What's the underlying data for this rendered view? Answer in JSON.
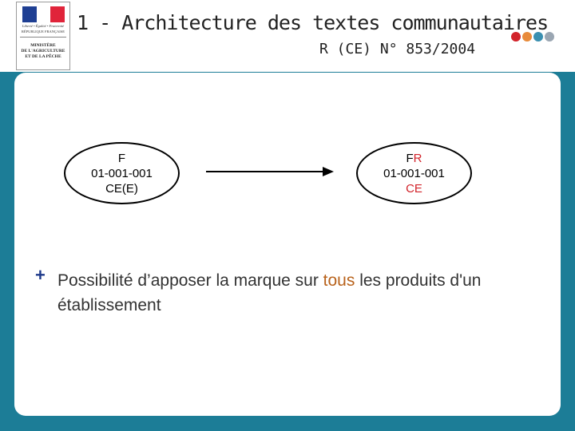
{
  "header": {
    "title": "1 - Architecture des textes communautaires",
    "subtitle": "R (CE) N° 853/2004"
  },
  "logo": {
    "motto": "Liberté • Égalité • Fraternité",
    "republic": "RÉPUBLIQUE FRANÇAISE",
    "ministry_lines": [
      "MINISTÈRE",
      "DE L'AGRICULTURE",
      "ET DE LA PÊCHE"
    ]
  },
  "decor_dots": [
    "#d2232a",
    "#e88a3a",
    "#3a8fb0",
    "#9aa6b2"
  ],
  "left_oval": {
    "line1": "F",
    "line2": "01-001-001",
    "line3": "CE(E)"
  },
  "right_oval": {
    "line1_a": "F",
    "line1_b": "R",
    "line2": "01-001-001",
    "line3": "CE"
  },
  "bullet": {
    "symbol": "+",
    "text_before": "Possibilité d’apposer la marque sur ",
    "highlight": "tous",
    "text_after": " les produits d'un établissement"
  }
}
